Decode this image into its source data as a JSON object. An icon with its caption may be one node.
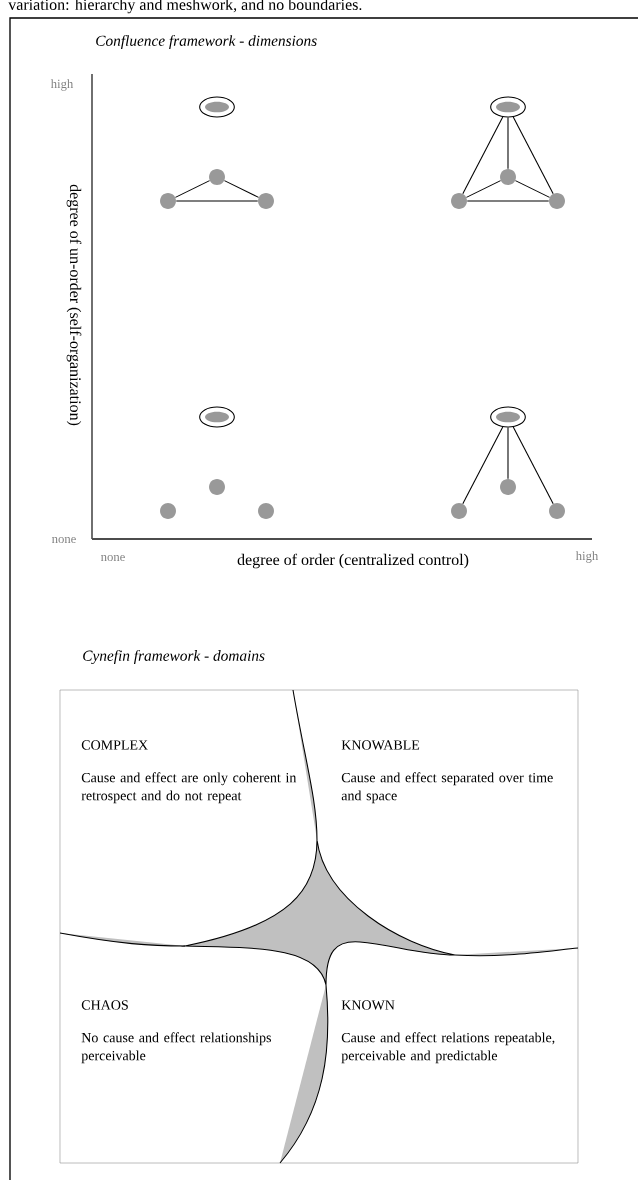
{
  "diagram": {
    "nodes": [
      {
        "text": [],
        "shape": "ellipse"
      },
      {
        "text": [],
        "shape": "circle"
      },
      {
        "text": [],
        "shape": "circle"
      },
      {
        "text": [],
        "shape": "circle"
      },
      {
        "text": [],
        "shape": "ellipse"
      },
      {
        "text": [],
        "shape": "circle"
      },
      {
        "text": [],
        "shape": "circle"
      },
      {
        "text": [],
        "shape": "circle"
      },
      {
        "text": [],
        "shape": "ellipse"
      },
      {
        "text": [],
        "shape": "circle"
      },
      {
        "text": [],
        "shape": "circle"
      },
      {
        "text": [],
        "shape": "circle"
      },
      {
        "text": [],
        "shape": "ellipse"
      },
      {
        "text": [],
        "shape": "circle"
      },
      {
        "text": [],
        "shape": "circle"
      },
      {
        "text": [],
        "shape": "circle"
      },
      {
        "text": [
          "COMPLEX",
          "Cause and effect are only coherent in retrospect and do not repeat"
        ]
      },
      {
        "text": [
          "KNOWABLE",
          "Cause and effect separated over time and space"
        ]
      },
      {
        "text": [
          "CHAOS",
          "No cause and effect relationships perceivable"
        ]
      },
      {
        "text": [
          "KNOWN",
          "Cause and effect  relations repeatable, perceivable and predictable"
        ]
      }
    ],
    "edges": [
      {
        "from": 1,
        "to": 2,
        "arrow": "none"
      },
      {
        "from": 1,
        "to": 3,
        "arrow": "none"
      },
      {
        "from": 2,
        "to": 3,
        "arrow": "none"
      },
      {
        "from": 4,
        "to": 5,
        "arrow": "none"
      },
      {
        "from": 4,
        "to": 6,
        "arrow": "none"
      },
      {
        "from": 4,
        "to": 7,
        "arrow": "none"
      },
      {
        "from": 5,
        "to": 6,
        "arrow": "none"
      },
      {
        "from": 5,
        "to": 7,
        "arrow": "none"
      },
      {
        "from": 6,
        "to": 7,
        "arrow": "none"
      },
      {
        "from": 12,
        "to": 13,
        "arrow": "none"
      },
      {
        "from": 12,
        "to": 14,
        "arrow": "none"
      },
      {
        "from": 12,
        "to": 15,
        "arrow": "none"
      }
    ],
    "labels": [
      "variation: hierarchy and meshwork, and no boundaries.",
      "Confluence framework - dimensions",
      "high",
      "degree of un-order (self-organization)",
      "none",
      "none",
      "degree of order (centralized control)",
      "high",
      "Cynefin framework - domains"
    ]
  }
}
